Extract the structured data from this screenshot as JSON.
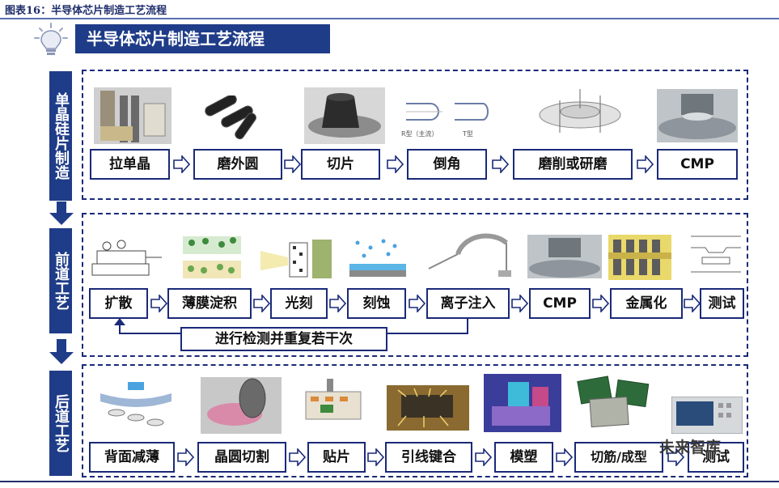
{
  "figure_caption": "图表16：半导体芯片制造工艺流程",
  "title": "半导体芯片制造工艺流程",
  "stages": [
    {
      "label": "单晶硅片制造",
      "steps": [
        "拉单晶",
        "磨外圆",
        "切片",
        "倒角",
        "磨削或研磨",
        "CMP"
      ]
    },
    {
      "label": "前道工艺",
      "steps": [
        "扩散",
        "薄膜淀积",
        "光刻",
        "刻蚀",
        "离子注入",
        "CMP",
        "金属化",
        "测试"
      ],
      "loop_label": "进行检测并重复若干次"
    },
    {
      "label": "后道工艺",
      "steps": [
        "背面减薄",
        "晶圆切割",
        "贴片",
        "引线键合",
        "模塑",
        "切筋/成型",
        "测试"
      ]
    }
  ],
  "thumbnail_notes": {
    "chamfer_left": "R型（主流）",
    "chamfer_right": "T型"
  },
  "watermark": "未来智库",
  "colors": {
    "primary": "#1f3c88",
    "border": "#1a2a78",
    "accent": "#5a6fae"
  },
  "icons": [
    "lightbulb-icon",
    "down-arrow-icon",
    "right-arrow-icon",
    "loop-arrow-icon"
  ]
}
